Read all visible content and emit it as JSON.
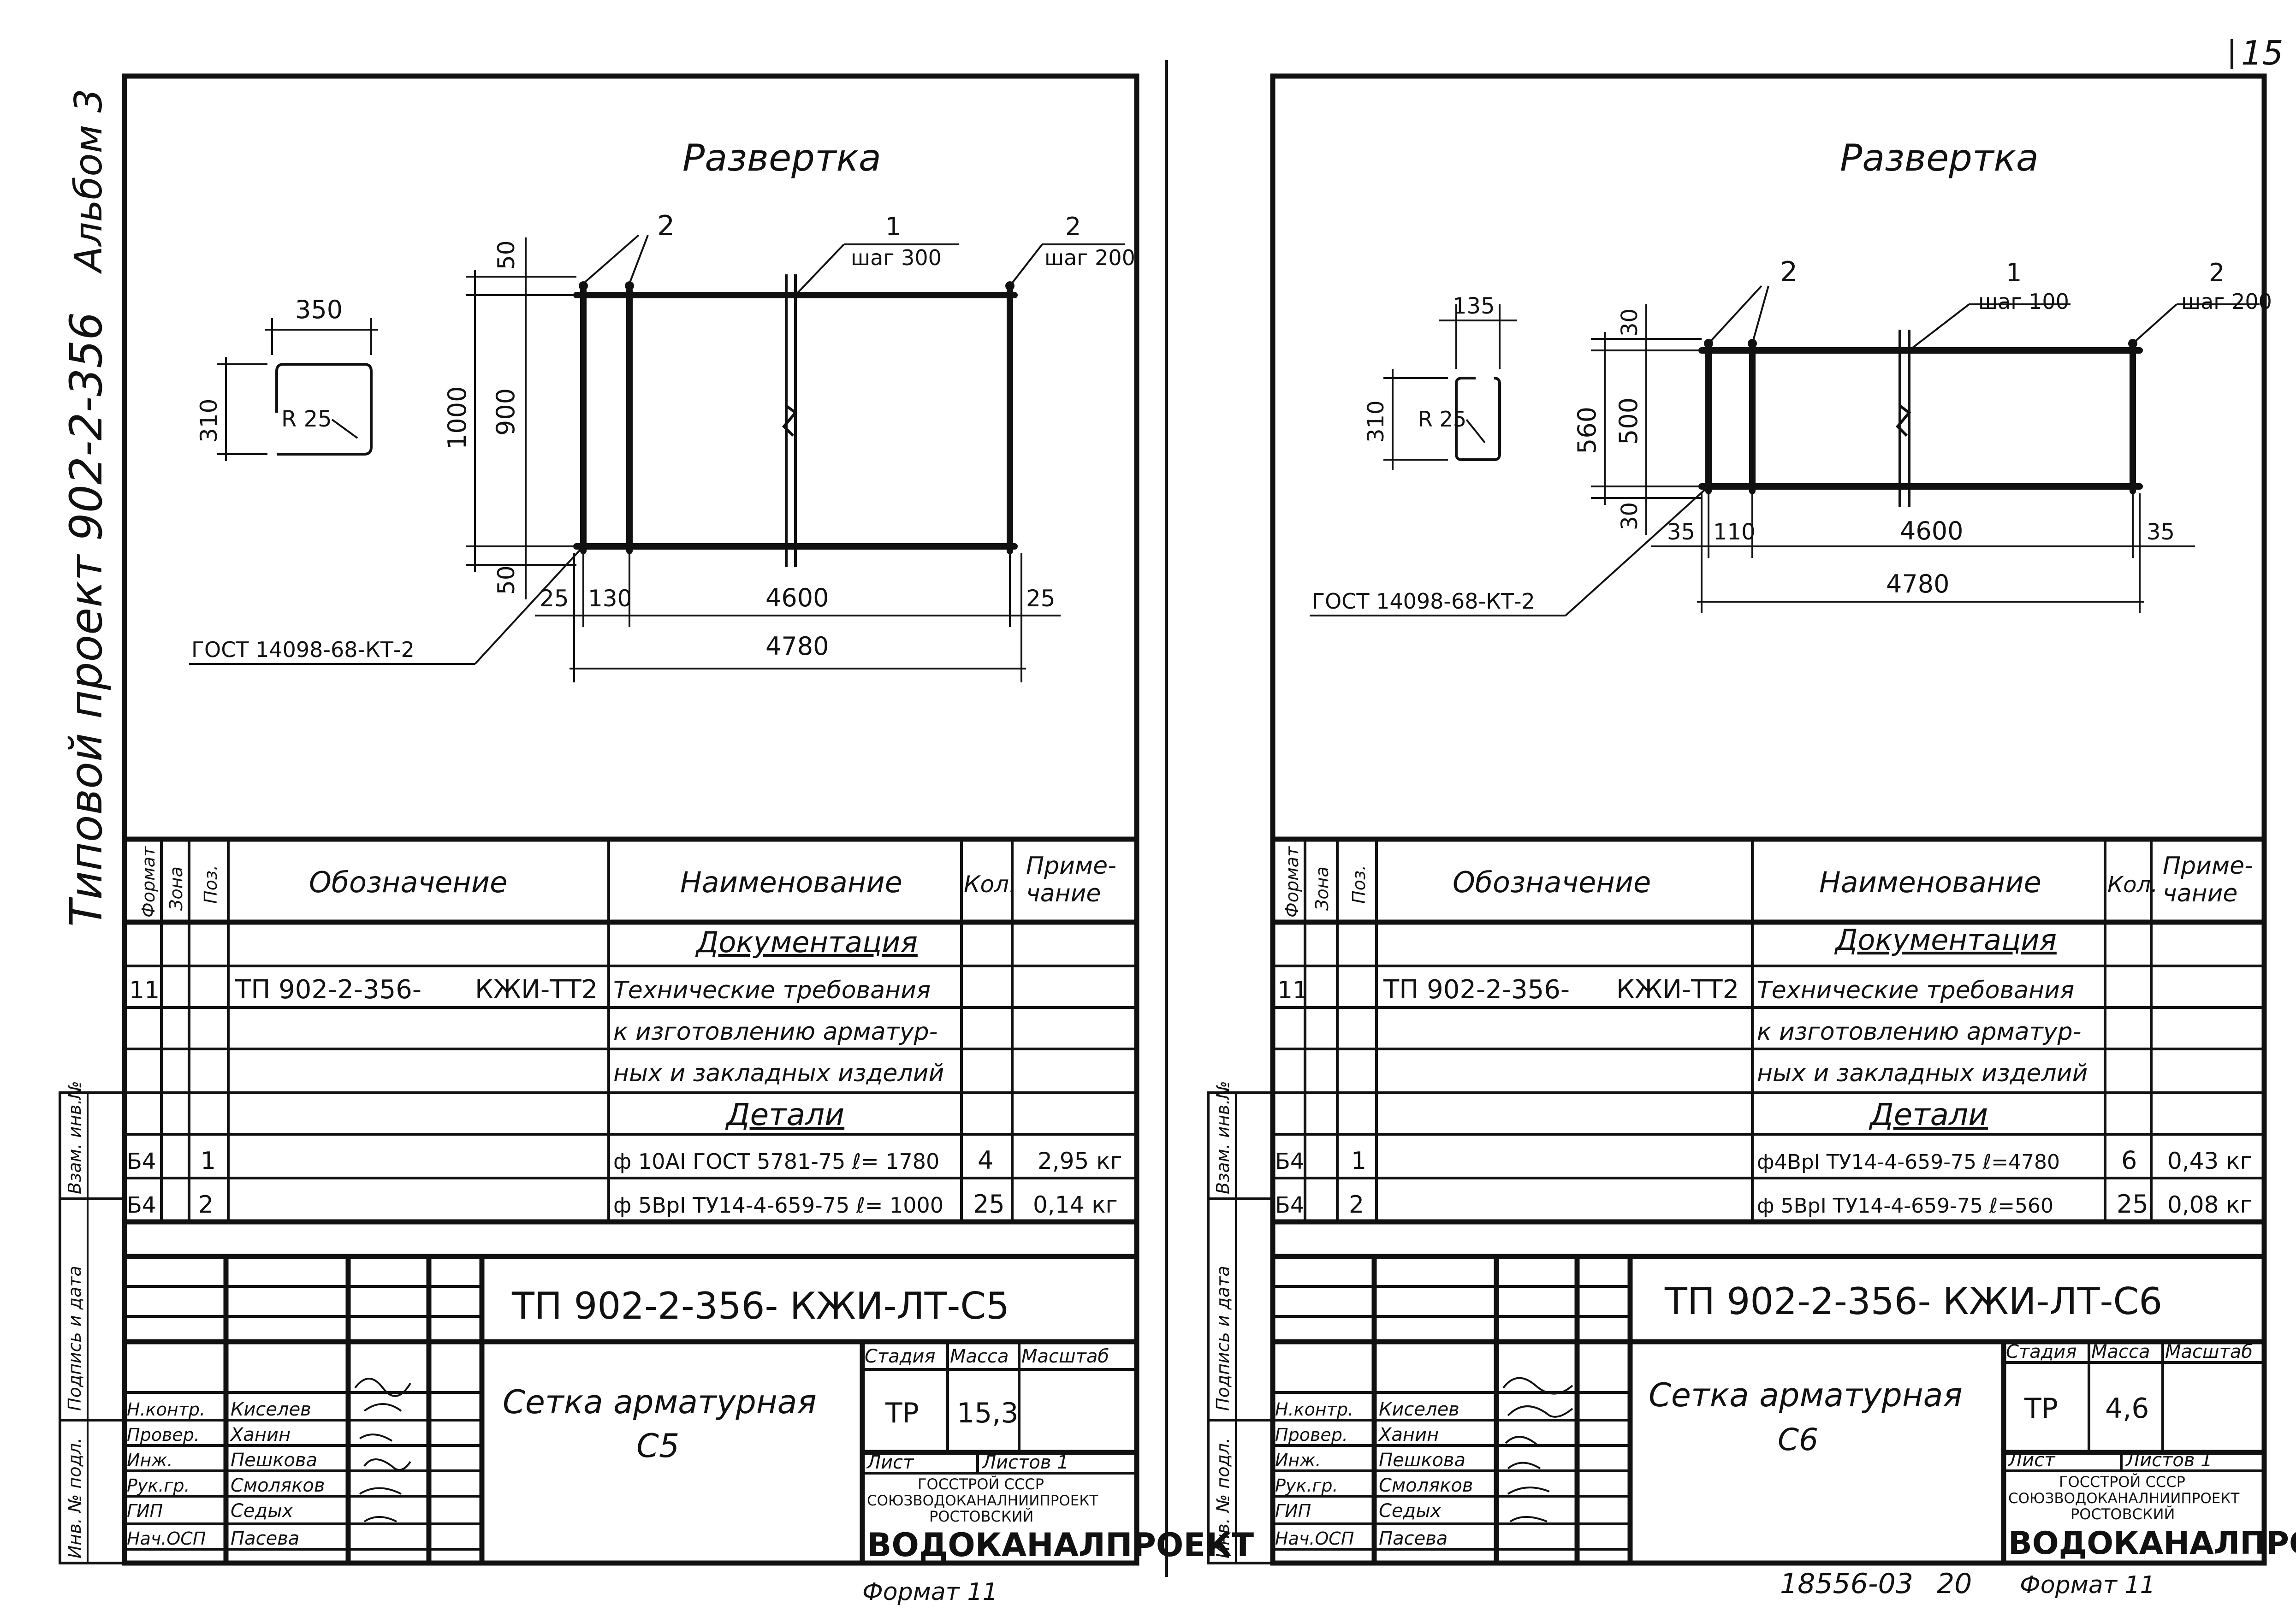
{
  "page_number": "15",
  "margin": {
    "album": "Альбом 3",
    "project": "Типовой проект 902-2-356",
    "stamp_labels": [
      "Инв. № подл.",
      "Подпись и дата",
      "Взам. инв.№"
    ]
  },
  "footer": {
    "left_format": "Формат 11",
    "right_number": "18556-03",
    "right_sheet": "20",
    "right_format": "Формат 11"
  },
  "sheets": [
    {
      "drawing": {
        "title": "Развертка",
        "profile": {
          "width": "350",
          "height": "310",
          "radius": "R 25"
        },
        "callout_left": "2",
        "callout_mid": {
          "num": "1",
          "step": "шаг 300"
        },
        "callout_right": {
          "num": "2",
          "step": "шаг 200"
        },
        "dims_vertical": {
          "top": "50",
          "mid": "900",
          "overall": "1000",
          "bottom": "50"
        },
        "dims_horizontal": {
          "left_end": "25",
          "first_span": "130",
          "main_span": "4600",
          "right_end": "25",
          "overall": "4780"
        },
        "gost": "ГОСТ 14098-68-КТ-2"
      },
      "spec": {
        "headers": [
          "Формат",
          "Зона",
          "Поз.",
          "Обозначение",
          "Наименование",
          "Кол.",
          "Приме-",
          "чание"
        ],
        "doc_section": "Документация",
        "doc_format": "11",
        "doc_designation": "ТП 902-2-356-",
        "doc_code": "КЖИ-ТТ2",
        "doc_name": [
          "Технические требования",
          "к изготовлению арматур-",
          "ных и закладных изделий"
        ],
        "details_section": "Детали",
        "rows": [
          {
            "format": "Б4",
            "pos": "1",
            "name": "ф 10АI ГОСТ 5781-75 ℓ= 1780",
            "qty": "4",
            "note": "2,95 кг"
          },
          {
            "format": "Б4",
            "pos": "2",
            "name": "ф 5ВрI ТУ14-4-659-75 ℓ= 1000",
            "qty": "25",
            "note": "0,14 кг"
          }
        ]
      },
      "title_block": {
        "code": "ТП 902-2-356- КЖИ-ЛТ-С5",
        "name_1": "Сетка арматурная",
        "name_2": "С5",
        "stage_label": "Стадия",
        "mass_label": "Масса",
        "scale_label": "Масштаб",
        "stage": "ТР",
        "mass": "15,3",
        "sheet_label": "Лист",
        "sheets_label": "Листов 1",
        "org_1": "ГОССТРОЙ СССР",
        "org_2": "СОЮЗВОДОКАНАЛНИИПРОЕКТ",
        "org_3": "РОСТОВСКИЙ",
        "org_4": "ВОДОКАНАЛПРОЕКТ",
        "people": [
          {
            "role": "Н.контр.",
            "name": "Киселев"
          },
          {
            "role": "Провер.",
            "name": "Ханин"
          },
          {
            "role": "Инж.",
            "name": "Пешкова"
          },
          {
            "role": "Рук.гр.",
            "name": "Смоляков"
          },
          {
            "role": "ГИП",
            "name": "Седых"
          },
          {
            "role": "Нач.ОСП",
            "name": "Пасева"
          }
        ]
      }
    },
    {
      "drawing": {
        "title": "Развертка",
        "profile": {
          "width": "135",
          "height": "310",
          "radius": "R 25"
        },
        "callout_left": "2",
        "callout_mid": {
          "num": "1",
          "step": "шаг 100"
        },
        "callout_right": {
          "num": "2",
          "step": "шаг 200"
        },
        "dims_vertical": {
          "top": "30",
          "mid": "500",
          "overall": "560",
          "bottom": "30"
        },
        "dims_horizontal": {
          "left_end": "35",
          "first_span": "110",
          "main_span": "4600",
          "right_end": "35",
          "overall": "4780"
        },
        "gost": "ГОСТ 14098-68-КТ-2"
      },
      "spec": {
        "headers": [
          "Формат",
          "Зона",
          "Поз.",
          "Обозначение",
          "Наименование",
          "Кол.",
          "Приме-",
          "чание"
        ],
        "doc_section": "Документация",
        "doc_format": "11",
        "doc_designation": "ТП 902-2-356-",
        "doc_code": "КЖИ-ТТ2",
        "doc_name": [
          "Технические требования",
          "к изготовлению арматур-",
          "ных и закладных изделий"
        ],
        "details_section": "Детали",
        "rows": [
          {
            "format": "Б4",
            "pos": "1",
            "name": "ф4ВрI ТУ14-4-659-75 ℓ=4780",
            "qty": "6",
            "note": "0,43 кг"
          },
          {
            "format": "Б4",
            "pos": "2",
            "name": "ф 5ВрI ТУ14-4-659-75 ℓ=560",
            "qty": "25",
            "note": "0,08 кг"
          }
        ]
      },
      "title_block": {
        "code": "ТП 902-2-356- КЖИ-ЛТ-С6",
        "name_1": "Сетка арматурная",
        "name_2": "С6",
        "stage_label": "Стадия",
        "mass_label": "Масса",
        "scale_label": "Масштаб",
        "stage": "ТР",
        "mass": "4,6",
        "sheet_label": "Лист",
        "sheets_label": "Листов 1",
        "org_1": "ГОССТРОЙ СССР",
        "org_2": "СОЮЗВОДОКАНАЛНИИПРОЕКТ",
        "org_3": "РОСТОВСКИЙ",
        "org_4": "ВОДОКАНАЛПРОЕКТ",
        "people": [
          {
            "role": "Н.контр.",
            "name": "Киселев"
          },
          {
            "role": "Провер.",
            "name": "Ханин"
          },
          {
            "role": "Инж.",
            "name": "Пешкова"
          },
          {
            "role": "Рук.гр.",
            "name": "Смоляков"
          },
          {
            "role": "ГИП",
            "name": "Седых"
          },
          {
            "role": "Нач.ОСП",
            "name": "Пасева"
          }
        ]
      }
    }
  ]
}
